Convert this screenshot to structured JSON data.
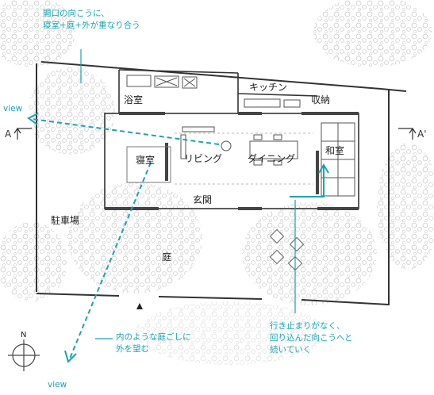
{
  "rooms": {
    "bathroom": "浴室",
    "kitchen": "キッチン",
    "storage": "収納",
    "bedroom": "寝室",
    "living": "リビング",
    "dining": "ダイニング",
    "japanese_room": "和室",
    "entrance": "玄関",
    "parking": "駐車場",
    "garden": "庭"
  },
  "annotations": {
    "top_line1": "開口の向こうに、",
    "top_line2": "寝室+庭+外が重なり合う",
    "view_top": "view",
    "view_bottom": "view",
    "bottom_mid_line1": "内のような庭ごしに",
    "bottom_mid_line2": "外を望む",
    "bottom_right_line1": "行き止まりがなく、",
    "bottom_right_line2": "回り込んだ向こうへと",
    "bottom_right_line3": "続いていく"
  },
  "section_marks": {
    "left": "A",
    "right": "A'"
  },
  "compass": {
    "north": "N"
  },
  "colors": {
    "accent": "#1aa3b3",
    "line": "#333333",
    "tree": "#cfcfcf"
  }
}
